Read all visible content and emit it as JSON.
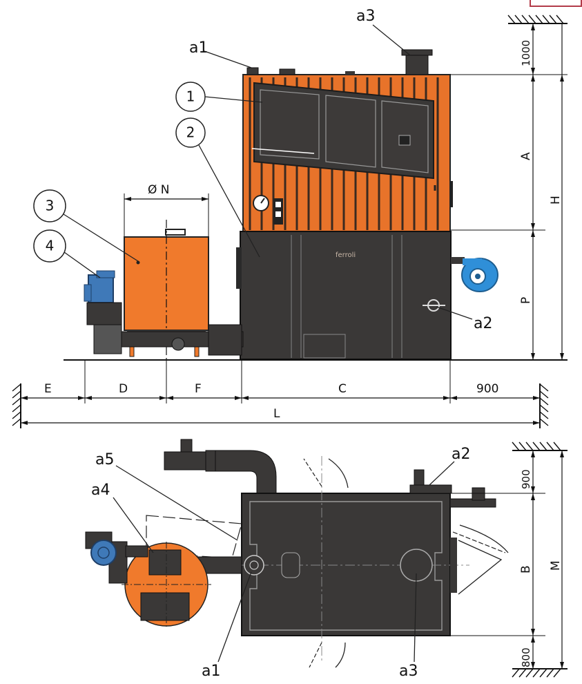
{
  "colors": {
    "boiler_dark": "#3a3837",
    "boiler_orange": "#e8732a",
    "hopper_orange": "#f07a2c",
    "fan_blue": "#2f8fd8",
    "motor_blue": "#3f79b8",
    "line": "#111111",
    "frame_accent": "#b23a48"
  },
  "callouts": {
    "c1": "1",
    "c2": "2",
    "c3": "3",
    "c4": "4"
  },
  "refs": {
    "a1_top": "a1",
    "a3_top": "a3",
    "a2_side": "a2",
    "a5_plan": "a5",
    "a4_plan": "a4",
    "a2_plan": "a2",
    "a1_plan": "a1",
    "a3_plan": "a3"
  },
  "dimensions": {
    "phi_n": "Ø N",
    "top_clear": "1000",
    "a": "A",
    "h": "H",
    "p": "P",
    "e": "E",
    "d": "D",
    "f": "F",
    "c": "C",
    "rear_clear": "900",
    "l": "L",
    "plan_top_clear": "900",
    "b": "B",
    "m": "M",
    "plan_bottom_clear": "800"
  },
  "brand": {
    "logo_text": "ferroli"
  },
  "icons": {
    "ground_hatch": "hatch-icon",
    "pressure_gauge": "gauge-icon",
    "fan": "fan-icon",
    "motor": "motor-icon"
  }
}
